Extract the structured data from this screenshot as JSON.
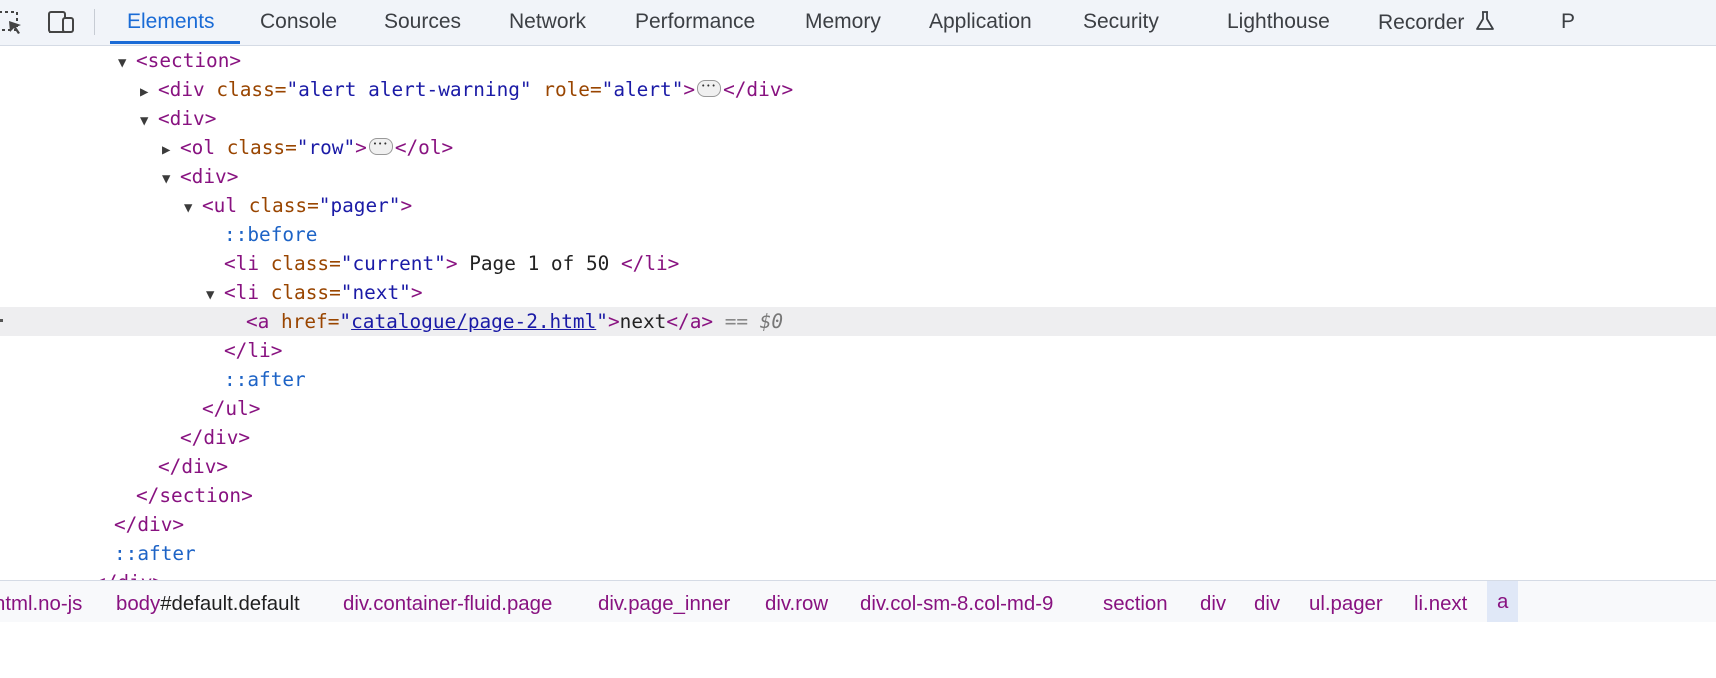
{
  "tabs": [
    "Elements",
    "Console",
    "Sources",
    "Network",
    "Performance",
    "Memory",
    "Application",
    "Security",
    "Lighthouse",
    "Recorder",
    "P"
  ],
  "active_tab": "Elements",
  "icons": {
    "inspect": "inspect-element-icon",
    "device": "device-toolbar-icon",
    "recorder": "flask-icon"
  },
  "tree": {
    "section_open": "<section>",
    "alert_div": {
      "tag": "<div",
      "attr1": " class=",
      "val1": "\"alert alert-warning\"",
      "attr2": " role=",
      "val2": "\"alert\"",
      "close": "</div>"
    },
    "div_open": "<div>",
    "ol": {
      "tag": "<ol",
      "attr": " class=",
      "val": "\"row\"",
      "close": "</ol>"
    },
    "div2_open": "<div>",
    "ul": {
      "tag": "<ul",
      "attr": " class=",
      "val": "\"pager\"",
      "end": ">"
    },
    "before": "::before",
    "li_current": {
      "tag": "<li",
      "attr": " class=",
      "val": "\"current\"",
      "end": ">",
      "text": " Page 1 of 50 ",
      "close": "</li>"
    },
    "li_next": {
      "tag": "<li",
      "attr": " class=",
      "val": "\"next\"",
      "end": ">"
    },
    "a": {
      "tag": "<a",
      "attr": " href=",
      "q1": "\"",
      "href": "catalogue/page-2.html",
      "q2": "\"",
      "end": ">",
      "text": "next",
      "close": "</a>",
      "eq": " == ",
      "dollar": "$0"
    },
    "li_close": "</li>",
    "after": "::after",
    "ul_close": "</ul>",
    "div2_close": "</div>",
    "div_close": "</div>",
    "section_close": "</section>",
    "outer_div_close": "</div>",
    "outer_after": "::after",
    "cut_line": "</div>"
  },
  "breadcrumb": [
    {
      "tag": "html",
      "rest": ".no-js",
      "shown": "html.no-js"
    },
    {
      "tag": "body",
      "id": "#default",
      "cls": ".default"
    },
    {
      "label": "div.container-fluid.page"
    },
    {
      "label": "div.page_inner"
    },
    {
      "label": "div.row"
    },
    {
      "label": "div.col-sm-8.col-md-9"
    },
    {
      "label": "section"
    },
    {
      "label": "div"
    },
    {
      "label": "div"
    },
    {
      "label": "ul.pager"
    },
    {
      "label": "li.next"
    },
    {
      "label": "a"
    }
  ]
}
